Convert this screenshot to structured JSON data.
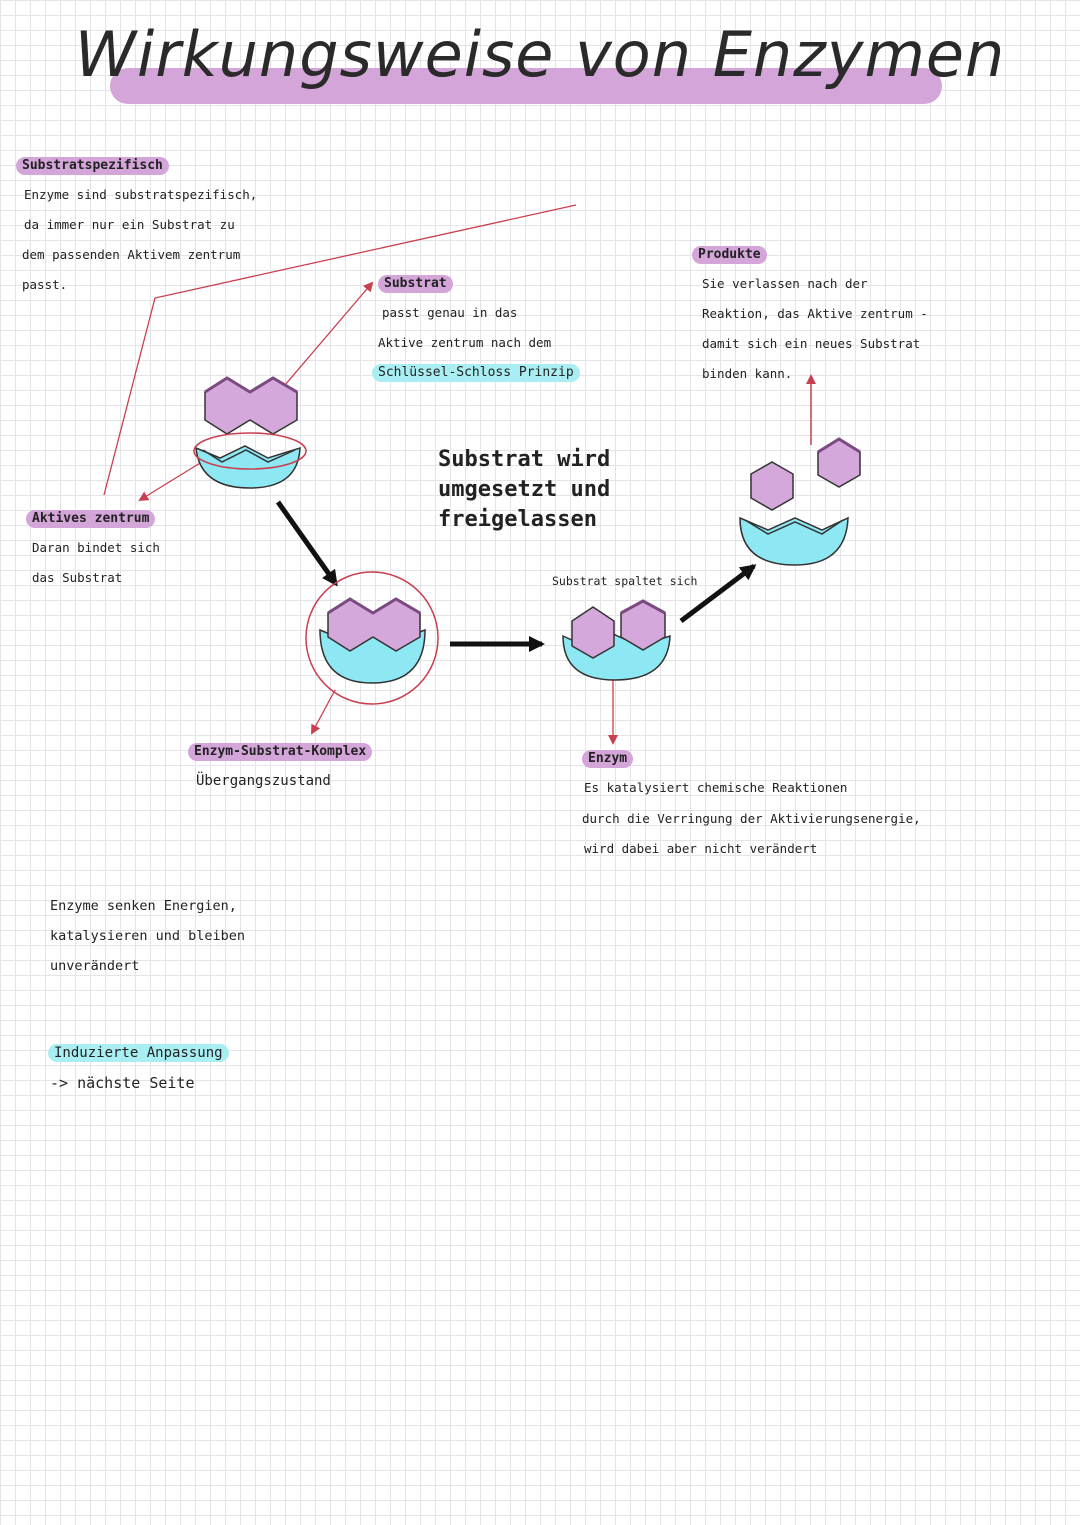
{
  "title": "Wirkungsweise von Enzymen",
  "substratspezifisch": {
    "heading": "Substratspezifisch",
    "lines": [
      "Enzyme sind substratspezifisch,",
      "da immer nur ein Substrat zu",
      "dem passenden Aktivem zentrum",
      "passt."
    ]
  },
  "aktives_zentrum": {
    "heading": "Aktives zentrum",
    "lines": [
      "Daran bindet sich",
      "das Substrat"
    ]
  },
  "substrat": {
    "heading": "Substrat",
    "lines": [
      "passt genau in das",
      "Aktive zentrum nach dem"
    ],
    "highlight": "Schlüssel-Schloss Prinzip"
  },
  "umgesetzt": {
    "lines": [
      "Substrat wird",
      "umgesetzt und",
      "freigelassen"
    ]
  },
  "produkte": {
    "heading": "Produkte",
    "lines": [
      "Sie verlassen nach der",
      "Reaktion, das Aktive zentrum -",
      "damit sich ein neues Substrat",
      "binden kann."
    ]
  },
  "spaltet": "Substrat spaltet sich",
  "komplex": {
    "heading": "Enzym-Substrat-Komplex",
    "sub": "Übergangszustand"
  },
  "enzym": {
    "heading": "Enzym",
    "lines": [
      "Es katalysiert chemische Reaktionen",
      "durch die Verringung der Aktivierungsenergie,",
      "wird dabei aber nicht verändert"
    ]
  },
  "summary": {
    "lines": [
      "Enzyme senken Energien,",
      "katalysieren und bleiben",
      "unverändert"
    ]
  },
  "induziert": {
    "heading": "Induzierte Anpassung",
    "next": "-> nächste Seite"
  },
  "colors": {
    "pink": "#d3a5d8",
    "cyan": "#a9eef2",
    "enzyme_fill": "#8ee8f4",
    "substrate_fill": "#d4a8da",
    "red_line": "#c8404f"
  }
}
